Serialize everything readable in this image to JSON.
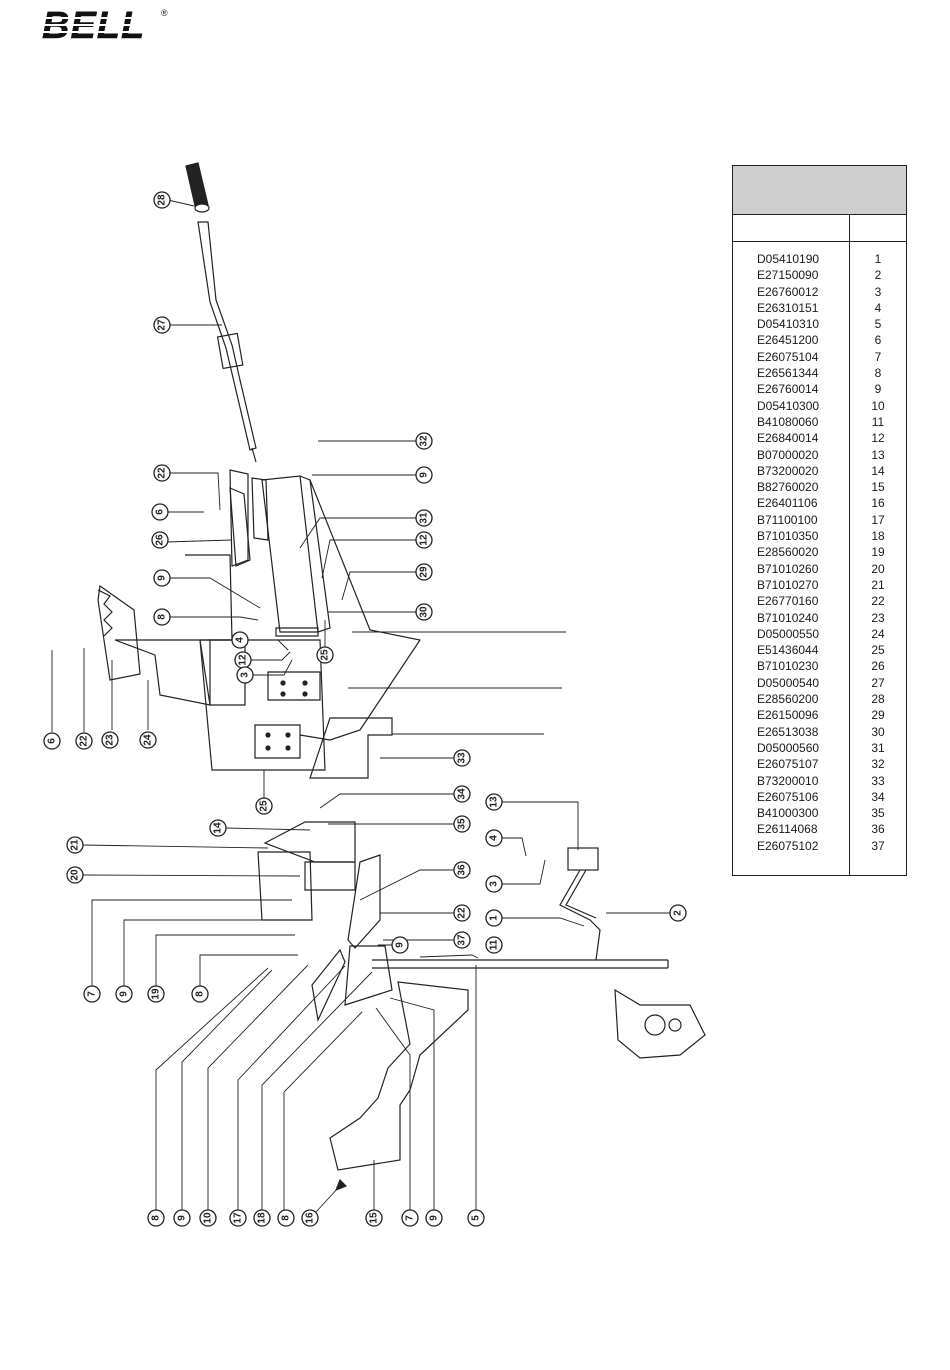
{
  "brand": {
    "logo_text": "BELL",
    "registered_mark": "®"
  },
  "parts_table": {
    "header_title": "",
    "col_code_label": "",
    "col_item_label": "",
    "rows": [
      {
        "code": "D05410190",
        "item": "1"
      },
      {
        "code": "E27150090",
        "item": "2"
      },
      {
        "code": "E26760012",
        "item": "3"
      },
      {
        "code": "E26310151",
        "item": "4"
      },
      {
        "code": "D05410310",
        "item": "5"
      },
      {
        "code": "E26451200",
        "item": "6"
      },
      {
        "code": "E26075104",
        "item": "7"
      },
      {
        "code": "E26561344",
        "item": "8"
      },
      {
        "code": "E26760014",
        "item": "9"
      },
      {
        "code": "D05410300",
        "item": "10"
      },
      {
        "code": "B41080060",
        "item": "11"
      },
      {
        "code": "E26840014",
        "item": "12"
      },
      {
        "code": "B07000020",
        "item": "13"
      },
      {
        "code": "B73200020",
        "item": "14"
      },
      {
        "code": "B82760020",
        "item": "15"
      },
      {
        "code": "E26401106",
        "item": "16"
      },
      {
        "code": "B71100100",
        "item": "17"
      },
      {
        "code": "B71010350",
        "item": "18"
      },
      {
        "code": "E28560020",
        "item": "19"
      },
      {
        "code": "B71010260",
        "item": "20"
      },
      {
        "code": "B71010270",
        "item": "21"
      },
      {
        "code": "E26770160",
        "item": "22"
      },
      {
        "code": "B71010240",
        "item": "23"
      },
      {
        "code": "D05000550",
        "item": "24"
      },
      {
        "code": "E51436044",
        "item": "25"
      },
      {
        "code": "B71010230",
        "item": "26"
      },
      {
        "code": "D05000540",
        "item": "27"
      },
      {
        "code": "E28560200",
        "item": "28"
      },
      {
        "code": "E26150096",
        "item": "29"
      },
      {
        "code": "E26513038",
        "item": "30"
      },
      {
        "code": "D05000560",
        "item": "31"
      },
      {
        "code": "E26075107",
        "item": "32"
      },
      {
        "code": "B73200010",
        "item": "33"
      },
      {
        "code": "E26075106",
        "item": "34"
      },
      {
        "code": "B41000300",
        "item": "35"
      },
      {
        "code": "E26114068",
        "item": "36"
      },
      {
        "code": "E26075102",
        "item": "37"
      }
    ]
  },
  "callouts": [
    {
      "label": "28"
    },
    {
      "label": "27"
    },
    {
      "label": "32"
    },
    {
      "label": "9"
    },
    {
      "label": "22"
    },
    {
      "label": "6"
    },
    {
      "label": "31"
    },
    {
      "label": "26"
    },
    {
      "label": "12"
    },
    {
      "label": "9"
    },
    {
      "label": "29"
    },
    {
      "label": "8"
    },
    {
      "label": "30"
    },
    {
      "label": "4"
    },
    {
      "label": "12"
    },
    {
      "label": "25"
    },
    {
      "label": "3"
    },
    {
      "label": "6"
    },
    {
      "label": "22"
    },
    {
      "label": "23"
    },
    {
      "label": "24"
    },
    {
      "label": "33"
    },
    {
      "label": "25"
    },
    {
      "label": "34"
    },
    {
      "label": "14"
    },
    {
      "label": "35"
    },
    {
      "label": "13"
    },
    {
      "label": "21"
    },
    {
      "label": "4"
    },
    {
      "label": "20"
    },
    {
      "label": "36"
    },
    {
      "label": "3"
    },
    {
      "label": "22"
    },
    {
      "label": "1"
    },
    {
      "label": "2"
    },
    {
      "label": "7"
    },
    {
      "label": "9"
    },
    {
      "label": "19"
    },
    {
      "label": "8"
    },
    {
      "label": "9"
    },
    {
      "label": "37"
    },
    {
      "label": "11"
    },
    {
      "label": "8"
    },
    {
      "label": "9"
    },
    {
      "label": "10"
    },
    {
      "label": "17"
    },
    {
      "label": "18"
    },
    {
      "label": "8"
    },
    {
      "label": "16"
    },
    {
      "label": "15"
    },
    {
      "label": "7"
    },
    {
      "label": "9"
    },
    {
      "label": "5"
    }
  ]
}
